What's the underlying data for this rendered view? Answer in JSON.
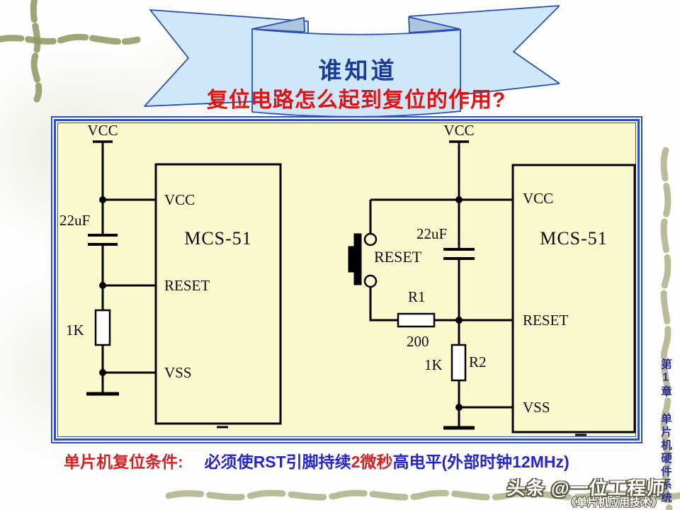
{
  "banner": {
    "question_line1": "谁知道",
    "question_line2": "复位电路怎么起到复位的作用?"
  },
  "left_circuit": {
    "vcc_rail": "VCC",
    "cap_value": "22uF",
    "res_value": "1K",
    "chip_name": "MCS-51",
    "pin_vcc": "VCC",
    "pin_reset": "RESET",
    "pin_vss": "VSS"
  },
  "right_circuit": {
    "vcc_rail": "VCC",
    "button_label": "RESET",
    "cap_value": "22uF",
    "r1_name": "R1",
    "r1_value": "200",
    "r2_name": "R2",
    "r2_value": "1K",
    "chip_name": "MCS-51",
    "pin_vcc": "VCC",
    "pin_reset": "RESET",
    "pin_vss": "VSS"
  },
  "caption": {
    "label": "单片机复位条件:",
    "part1_blue": "必须使RST引脚持续",
    "part2_red": "2微秒",
    "part3_blue": "高电平(外部时钟12MHz)"
  },
  "chapter_tab": {
    "text": "第1章 单片机硬件系统"
  },
  "watermark": {
    "line1": "头条 @一位工程师",
    "line2": "《单片机应用技术》"
  },
  "colors": {
    "panel_bg": "#faf8cd",
    "panel_border": "#2b4fc0",
    "ribbon_fill": "#cfe7fa",
    "ribbon_fold": "#aec5de",
    "ribbon_stroke": "#2a50b4",
    "title_blue": "#1b3a9a",
    "title_red": "#e11212",
    "caption_red": "#d92020",
    "caption_blue": "#2525cc",
    "chapter_blue": "#2b2b96",
    "vine_dark": "#8f955f",
    "vine_light": "#a8ab7c",
    "wire": "#000000"
  }
}
